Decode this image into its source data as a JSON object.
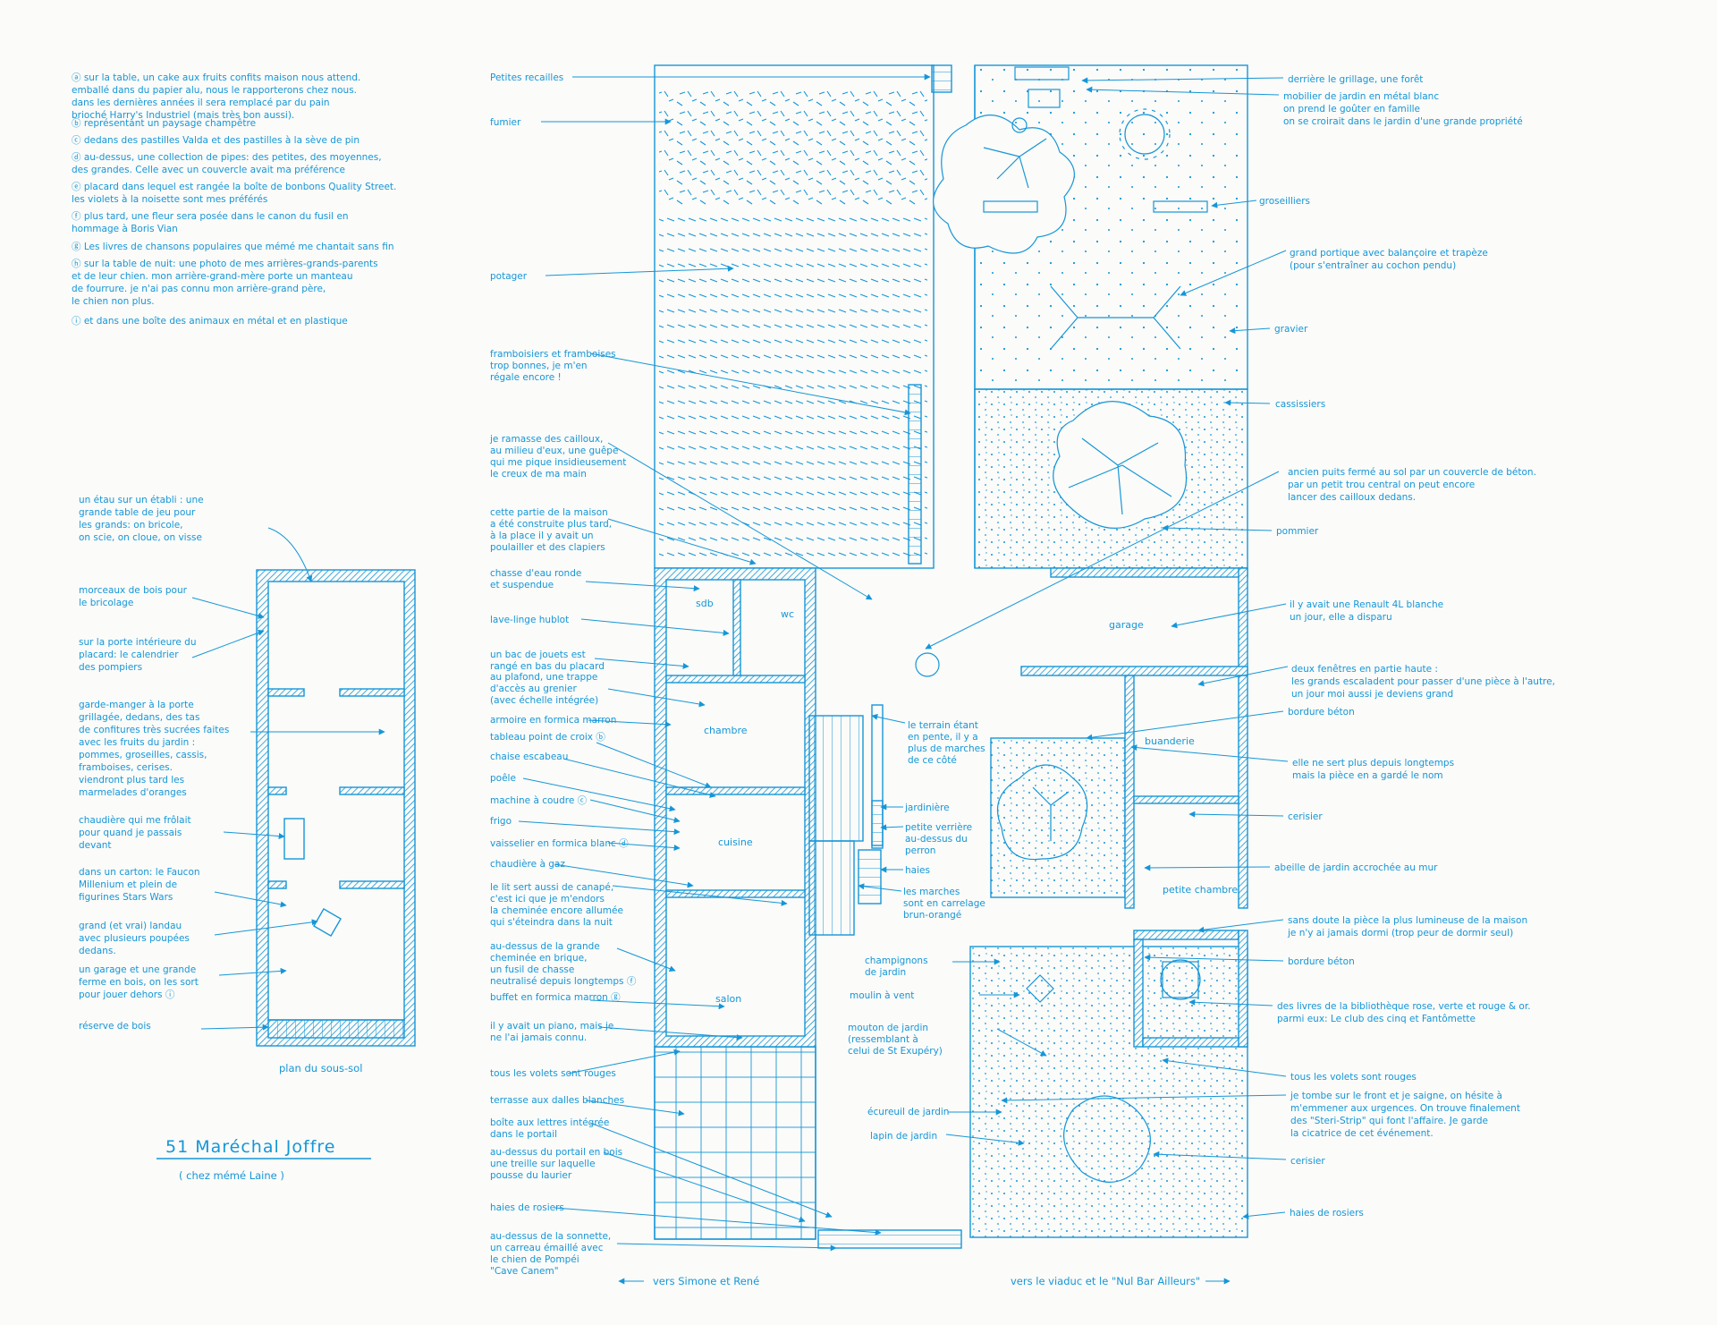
{
  "colors": {
    "ink": "#1596d8",
    "paper": "#fbfbf9"
  },
  "title": {
    "main": "51 Maréchal Joffre",
    "sub": "( chez mémé Laine )"
  },
  "legend": [
    [
      "ⓐ sur la table, un cake aux fruits confits maison nous attend.",
      "emballé dans du papier alu, nous le rapporterons chez nous.",
      "dans les dernières années il sera remplacé par du pain",
      "brioché Harry's Industriel (mais très bon aussi)."
    ],
    [
      "ⓑ représentant un paysage champêtre"
    ],
    [
      "ⓒ dedans des pastilles Valda et des pastilles à la sève de pin"
    ],
    [
      "ⓓ au-dessus, une collection de pipes: des petites, des moyennes,",
      "des grandes. Celle avec un couvercle avait ma préférence"
    ],
    [
      "ⓔ placard dans lequel est rangée la boîte de bonbons Quality Street.",
      "les violets à la noisette sont mes préférés"
    ],
    [
      "ⓕ plus tard, une fleur sera posée dans le canon du fusil en",
      "hommage à Boris Vian"
    ],
    [
      "ⓖ Les livres de chansons populaires que mémé me chantait sans fin"
    ],
    [
      "ⓗ sur la table de nuit: une photo de mes arrières-grands-parents",
      "et de leur chien. mon arrière-grand-mère porte un manteau",
      "de fourrure. je n'ai pas connu mon arrière-grand père,",
      "le chien non plus."
    ],
    [
      "ⓘ et dans une boîte des animaux en métal et en plastique"
    ]
  ],
  "basement": {
    "caption": "plan du sous-sol",
    "labels": [
      [
        "un étau sur un établi : une",
        "grande table de jeu pour",
        "les grands: on bricole,",
        "on scie, on cloue, on visse"
      ],
      [
        "morceaux de bois pour",
        "le bricolage"
      ],
      [
        "sur la porte intérieure du",
        "placard: le calendrier",
        "des pompiers"
      ],
      [
        "garde-manger à la porte",
        "grillagée, dedans, des tas",
        "de confitures très sucrées faites",
        "avec les fruits du jardin :",
        "pommes, groseilles, cassis,",
        "framboises, cerises.",
        "viendront plus tard les",
        "marmelades d'oranges"
      ],
      [
        "chaudière qui me frôlait",
        "pour quand je passais",
        "devant"
      ],
      [
        "dans un carton: le Faucon",
        "Millenium et plein de",
        "figurines Stars Wars"
      ],
      [
        "grand (et vrai) landau",
        "avec plusieurs poupées",
        "dedans."
      ],
      [
        "un garage et une grande",
        "ferme en bois, on les sort",
        "pour jouer dehors ⓘ"
      ],
      [
        "réserve de bois"
      ]
    ]
  },
  "rooms": {
    "sdb": "sdb",
    "wc": "wc",
    "chambre": "chambre",
    "cuisine": "cuisine",
    "salon": "salon",
    "garage": "garage",
    "buanderie": "buanderie",
    "petite_chambre": "petite chambre"
  },
  "left_labels": [
    [
      "Petites recailles"
    ],
    [
      "fumier"
    ],
    [
      "potager"
    ],
    [
      "framboisiers et framboises",
      "trop bonnes, je m'en",
      "régale encore !"
    ],
    [
      "je ramasse des cailloux,",
      "au milieu d'eux, une guêpe",
      "qui me pique insidieusement",
      "le creux de ma main"
    ],
    [
      "cette partie de la maison",
      "a été construite plus tard,",
      "à la place il y avait un",
      "poulailler et des clapiers"
    ],
    [
      "chasse d'eau ronde",
      "et suspendue"
    ],
    [
      "lave-linge hublot"
    ],
    [
      "un bac de jouets est",
      "rangé en bas du placard"
    ],
    [
      "au plafond, une trappe",
      "d'accès au grenier",
      "(avec échelle intégrée)"
    ],
    [
      "armoire en formica marron"
    ],
    [
      "tableau point de croix ⓑ"
    ],
    [
      "chaise escabeau"
    ],
    [
      "poêle"
    ],
    [
      "machine à coudre ⓒ"
    ],
    [
      "frigo"
    ],
    [
      "vaisselier en formica blanc ⓓ"
    ],
    [
      "chaudière à gaz"
    ],
    [
      "le lit sert aussi de canapé,",
      "c'est ici que je m'endors",
      "la cheminée encore allumée",
      "qui s'éteindra dans la nuit"
    ],
    [
      "au-dessus de la grande",
      "cheminée en brique,",
      "un fusil de chasse",
      "neutralisé depuis longtemps ⓕ"
    ],
    [
      "buffet en formica marron ⓖ"
    ],
    [
      "il y avait un piano, mais je",
      "ne l'ai jamais connu."
    ],
    [
      "tous les volets sont rouges"
    ],
    [
      "terrasse aux dalles blanches"
    ],
    [
      "boîte aux lettres intégrée",
      "dans le portail"
    ],
    [
      "au-dessus du portail en bois",
      "une treille sur laquelle",
      "pousse du laurier"
    ],
    [
      "haies de rosiers"
    ],
    [
      "au-dessus de la sonnette,",
      "un carreau émaillé avec",
      "le chien de Pompéi",
      "\"Cave Canem\""
    ]
  ],
  "center_labels": [
    [
      "le terrain étant",
      "en pente, il y a",
      "plus de marches",
      "de ce côté"
    ],
    [
      "jardinière"
    ],
    [
      "petite verrière",
      "au-dessus du",
      "perron"
    ],
    [
      "haies"
    ],
    [
      "les marches",
      "sont en carrelage",
      "brun-orangé"
    ],
    [
      "champignons",
      "de jardin"
    ],
    [
      "moulin à vent"
    ],
    [
      "mouton de jardin",
      "(ressemblant à",
      "celui de St Exupéry)"
    ],
    [
      "écureuil de jardin"
    ],
    [
      "lapin de jardin"
    ]
  ],
  "right_labels": [
    [
      "derrière le grillage, une forêt"
    ],
    [
      "mobilier de jardin en métal blanc",
      "on prend le goûter en famille",
      "on se croirait dans le jardin d'une grande propriété"
    ],
    [
      "groseilliers"
    ],
    [
      "grand portique avec balançoire et trapèze",
      "(pour s'entraîner au cochon pendu)"
    ],
    [
      "gravier"
    ],
    [
      "cassissiers"
    ],
    [
      "ancien puits fermé au sol par un couvercle de béton.",
      "par un petit trou central on peut encore",
      "lancer des cailloux dedans."
    ],
    [
      "pommier"
    ],
    [
      "il y avait une Renault 4L blanche",
      "un jour, elle a disparu"
    ],
    [
      "deux fenêtres en partie haute :",
      "les grands escaladent pour passer d'une pièce à l'autre,",
      "un jour moi aussi je deviens grand"
    ],
    [
      "bordure béton"
    ],
    [
      "elle ne sert plus depuis longtemps",
      "mais la pièce en a gardé le nom"
    ],
    [
      "cerisier"
    ],
    [
      "abeille de jardin accrochée au mur"
    ],
    [
      "sans doute la pièce la plus lumineuse de la maison",
      "je n'y ai jamais dormi (trop peur de dormir seul)"
    ],
    [
      "bordure béton"
    ],
    [
      "des livres de la bibliothèque rose, verte et rouge & or.",
      "parmi eux: Le club des cinq et Fantômette"
    ],
    [
      "tous les volets sont rouges"
    ],
    [
      "je tombe sur le front et je saigne, on hésite à",
      "m'emmener aux urgences. On trouve finalement",
      "des \"Steri-Strip\" qui font l'affaire. Je garde",
      "la cicatrice de cet événement."
    ],
    [
      "cerisier"
    ],
    [
      "haies de rosiers"
    ]
  ],
  "footer": {
    "left": "vers Simone et René",
    "right": "vers le viaduc et le \"Nul Bar Ailleurs\""
  }
}
